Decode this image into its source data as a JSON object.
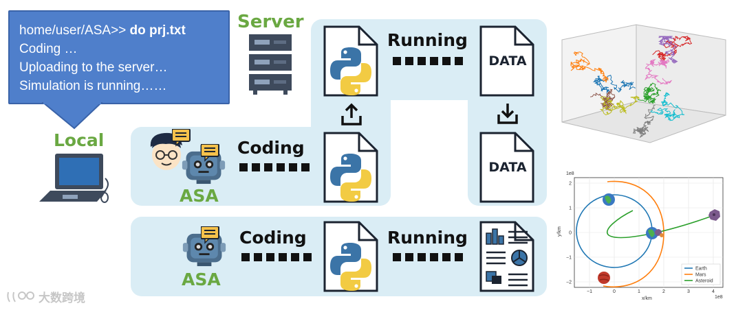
{
  "terminal": {
    "prompt": "home/user/ASA>> ",
    "command": "do prj.txt",
    "lines": [
      "Coding …",
      "Uploading to the server…",
      "Simulation is running……"
    ]
  },
  "labels": {
    "server": "Server",
    "local": "Local",
    "asa_top": "ASA",
    "asa_bottom": "ASA"
  },
  "flow": {
    "running_top": "Running",
    "coding_mid": "Coding",
    "coding_bottom": "Coding",
    "running_bottom": "Running",
    "data_top": "DATA",
    "data_bottom": "DATA"
  },
  "orbit_plot": {
    "exp_y": "1e8",
    "exp_x": "1e8",
    "ylabel": "y/km",
    "xlabel": "x/km",
    "yticks": [
      "2",
      "1",
      "0",
      "−1",
      "−2"
    ],
    "xticks": [
      "−1",
      "0",
      "1",
      "2",
      "3",
      "4"
    ],
    "legend": [
      "Earth",
      "Mars",
      "Asteroid"
    ]
  },
  "watermark": "大数跨境",
  "colors": {
    "panel": "#daedf5",
    "bubble": "#4f7fcb",
    "green_label": "#6aa842",
    "earth": "#1f77b4",
    "mars": "#ff7f0e",
    "asteroid": "#2ca02c"
  }
}
